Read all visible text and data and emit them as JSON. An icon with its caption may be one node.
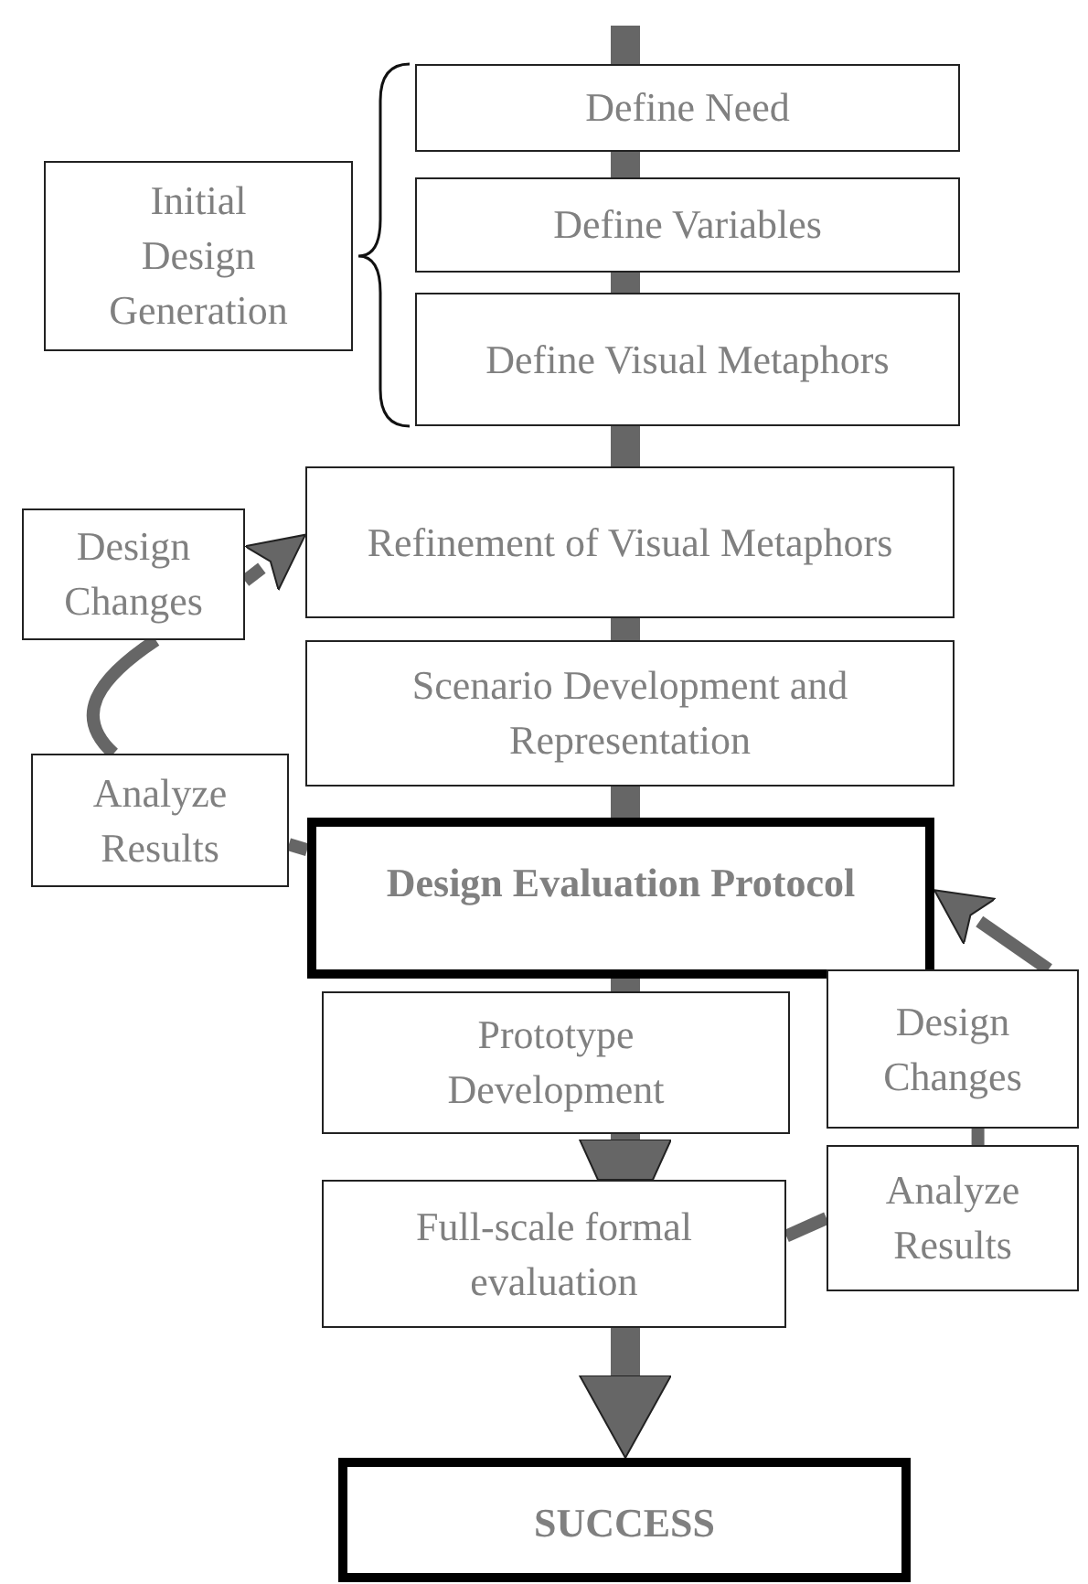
{
  "diagram": {
    "nodes": [
      {
        "text": [
          "Initial Design Generation"
        ]
      },
      {
        "text": [
          "Define Need"
        ]
      },
      {
        "text": [
          "Define Variables"
        ]
      },
      {
        "text": [
          "Define Visual Metaphors"
        ]
      },
      {
        "text": [
          "Refinement of Visual Metaphors"
        ]
      },
      {
        "text": [
          "Design Changes"
        ]
      },
      {
        "text": [
          "Scenario Development and Representation"
        ]
      },
      {
        "text": [
          "Analyze Results"
        ]
      },
      {
        "text": [
          "Design Evaluation Protocol"
        ]
      },
      {
        "text": [
          "Prototype Development"
        ]
      },
      {
        "text": [
          "Design Changes"
        ]
      },
      {
        "text": [
          "Full-scale formal evaluation"
        ]
      },
      {
        "text": [
          "Analyze Results"
        ]
      },
      {
        "text": [
          "SUCCESS"
        ]
      }
    ],
    "edges": [
      {
        "from": null,
        "to": 1,
        "arrow": "none"
      },
      {
        "from": 1,
        "to": 2,
        "arrow": "none"
      },
      {
        "from": 2,
        "to": 3,
        "arrow": "none"
      },
      {
        "from": 3,
        "to": 4,
        "arrow": "none"
      },
      {
        "from": 4,
        "to": 6,
        "arrow": "none"
      },
      {
        "from": 6,
        "to": 8,
        "arrow": "none"
      },
      {
        "from": 8,
        "to": 9,
        "arrow": "none"
      },
      {
        "from": 9,
        "to": 11,
        "arrow": "to"
      },
      {
        "from": 11,
        "to": 13,
        "arrow": "to"
      },
      {
        "from": 8,
        "to": 7,
        "arrow": "none"
      },
      {
        "from": 7,
        "to": 5,
        "arrow": "none"
      },
      {
        "from": 5,
        "to": 4,
        "arrow": "to"
      },
      {
        "from": 11,
        "to": 12,
        "arrow": "none"
      },
      {
        "from": 12,
        "to": 10,
        "arrow": "none"
      },
      {
        "from": 10,
        "to": 8,
        "arrow": "to"
      }
    ]
  }
}
